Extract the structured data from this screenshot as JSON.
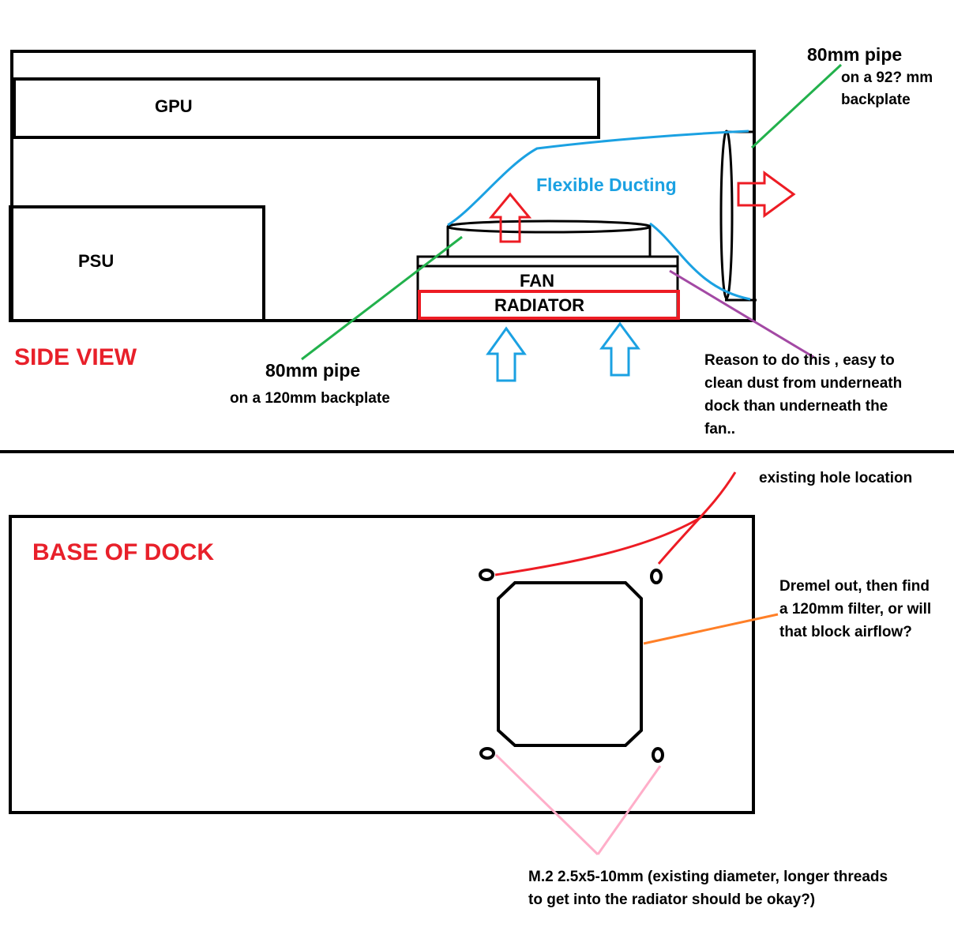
{
  "labels": {
    "gpu": "GPU",
    "psu": "PSU",
    "fan": "FAN",
    "radiator": "RADIATOR",
    "side_view": "SIDE VIEW",
    "flexible_ducting": "Flexible Ducting",
    "pipe_top": "80mm pipe",
    "pipe_top_sub1": "on a 92? mm",
    "pipe_top_sub2": "backplate",
    "pipe_bottom": "80mm pipe",
    "pipe_bottom_sub": "on a 120mm backplate",
    "reason_1": "Reason to do this , easy to",
    "reason_2": "clean dust from underneath",
    "reason_3": "dock than underneath the",
    "reason_4": "fan..",
    "base_of_dock": "BASE OF DOCK",
    "existing_hole": "existing hole location",
    "dremel_1": "Dremel out, then find",
    "dremel_2": "a 120mm filter, or will",
    "dremel_3": "that block airflow?",
    "screw_1": "M.2 2.5x5-10mm (existing diameter, longer threads",
    "screw_2": "to get into the radiator should be okay?)"
  },
  "colors": {
    "outline": "#000000",
    "title_red": "#e8202a",
    "duct_blue": "#1ba1e2",
    "pointer_green": "#22b14c",
    "pointer_purple": "#a349a4",
    "pointer_red": "#ed1c24",
    "pointer_orange": "#ff7f27",
    "pointer_pink": "#ffaec9"
  }
}
